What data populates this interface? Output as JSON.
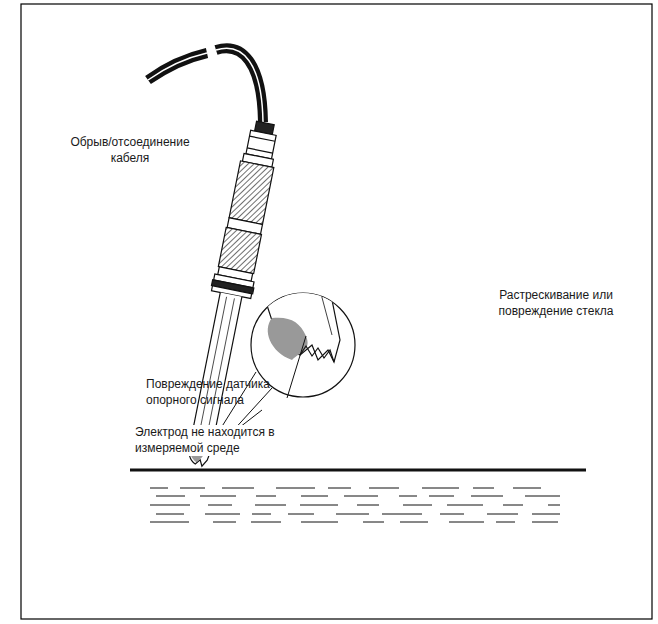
{
  "diagram": {
    "labels": [
      "Обрыв/отсоединение кабеля",
      "Растрескивание или повреждение стекла",
      "Повреждение датчика опорного сигнала",
      "Электрод не находится в измеряемой среде"
    ]
  }
}
